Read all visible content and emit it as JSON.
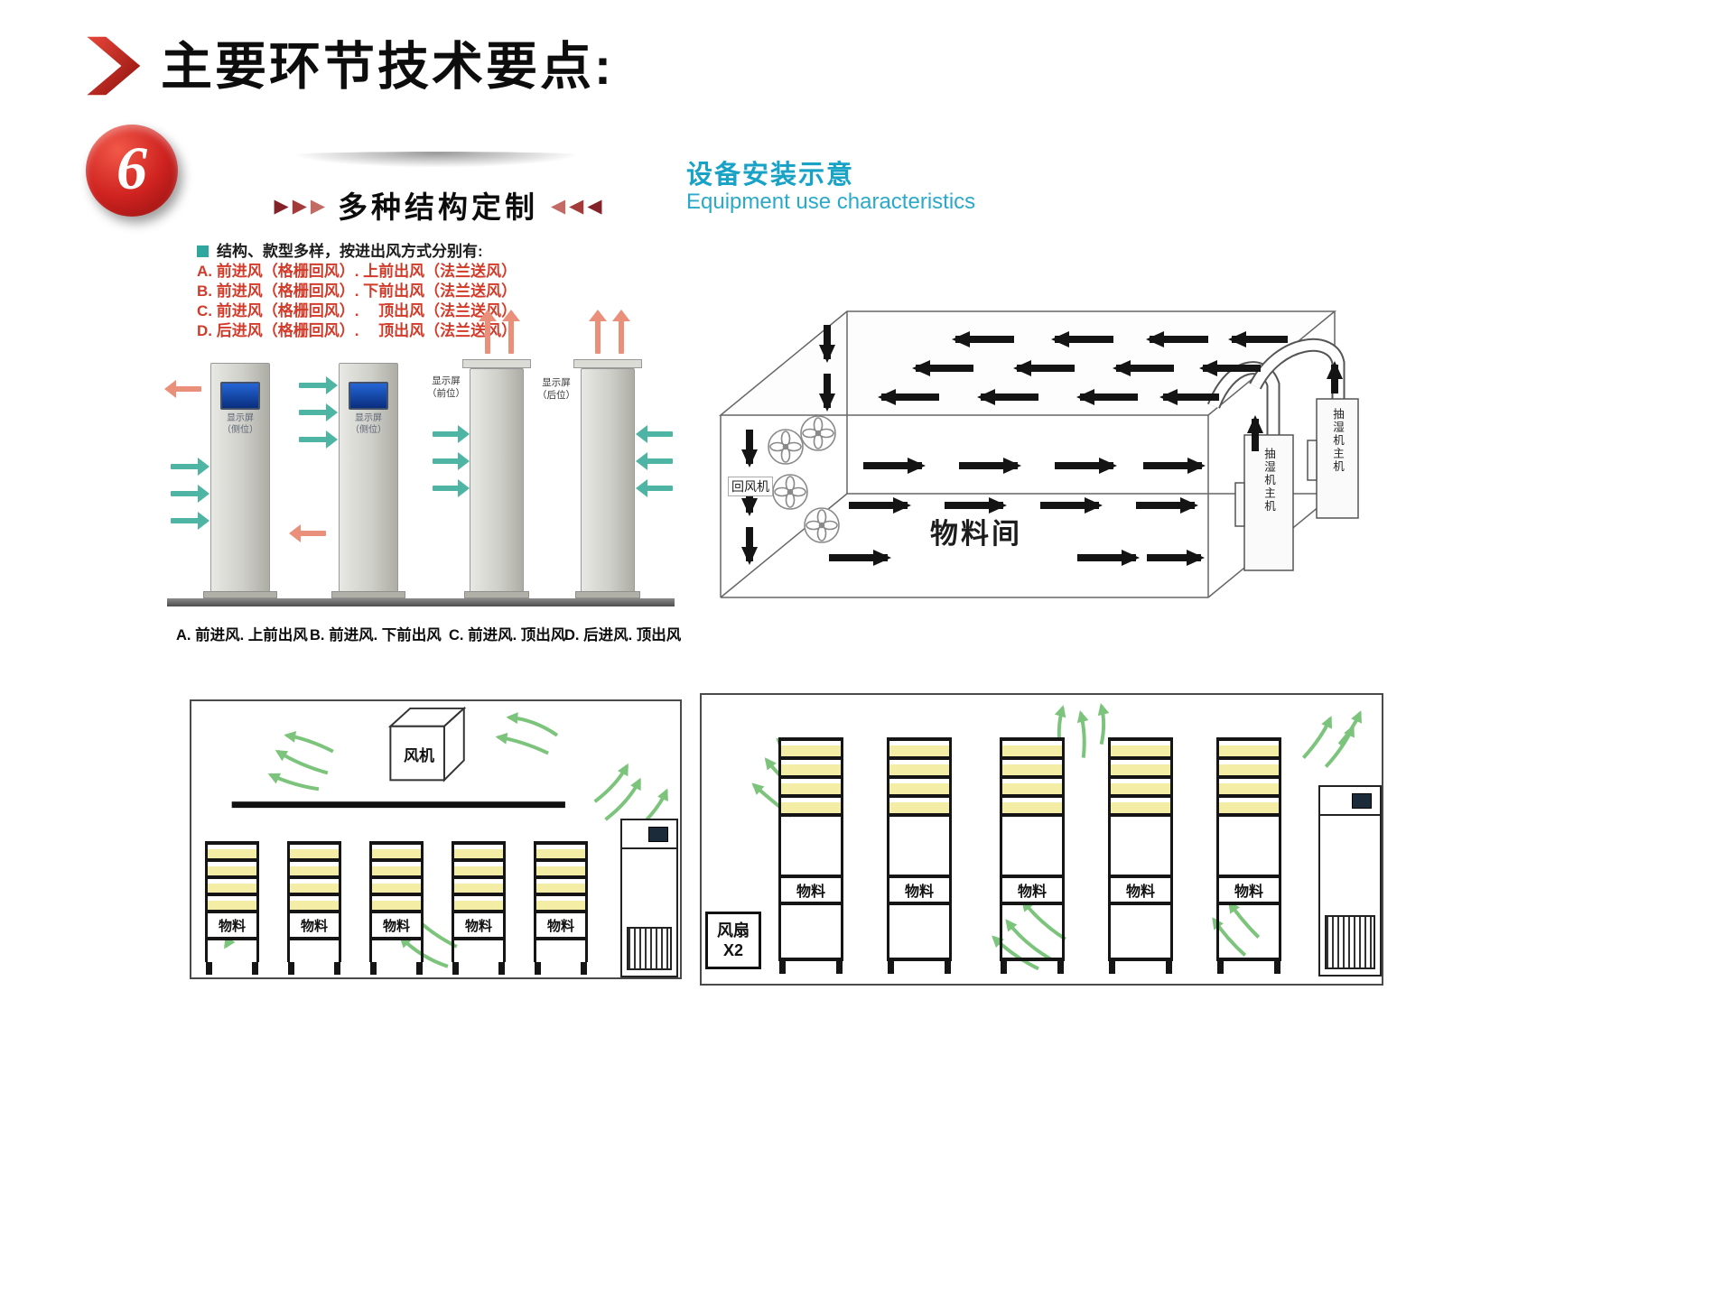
{
  "header": {
    "title": "主要环节技术要点:",
    "badge": "6"
  },
  "structure_section": {
    "title": "多种结构定制",
    "intro": "结构、款型多样，按进出风方式分别有:",
    "options": [
      "A. 前进风（格栅回风）. 上前出风（法兰送风）",
      "B. 前进风（格栅回风）. 下前出风（法兰送风）",
      "C. 前进风（格栅回风）.　 顶出风（法兰送风）",
      "D. 后进风（格栅回风）.　 顶出风（法兰送风）"
    ],
    "screen_labels": {
      "side": {
        "l1": "显示屏",
        "l2": "（侧位）"
      },
      "front": {
        "l1": "显示屏",
        "l2": "（前位）"
      },
      "back": {
        "l1": "显示屏",
        "l2": "（后位）"
      }
    },
    "captions": [
      "A. 前进风. 上前出风",
      "B. 前进风. 下前出风",
      "C. 前进风. 顶出风",
      "D. 后进风. 顶出风"
    ]
  },
  "install_section": {
    "title": "设备安装示意",
    "subtitle": "Equipment use characteristics",
    "room_label": "物料间",
    "return_fan_label": "回风机",
    "dehumidifier_label_1": "抽湿机主机",
    "dehumidifier_label_2": "抽湿机主机"
  },
  "layout_left": {
    "fan_label": "风机",
    "rack_label": "物料"
  },
  "layout_right": {
    "fan_line1": "风扇",
    "fan_line2": "X2",
    "rack_label": "物料"
  },
  "colors": {
    "accent_red": "#c22218",
    "option_red": "#d23b2a",
    "teal_arrow": "#4eb5a4",
    "salmon_arrow": "#ea8f7a",
    "cyan_heading": "#17a2c6",
    "green_arrow": "#7cc47c",
    "shelf_yellow": "#f3eda6"
  }
}
